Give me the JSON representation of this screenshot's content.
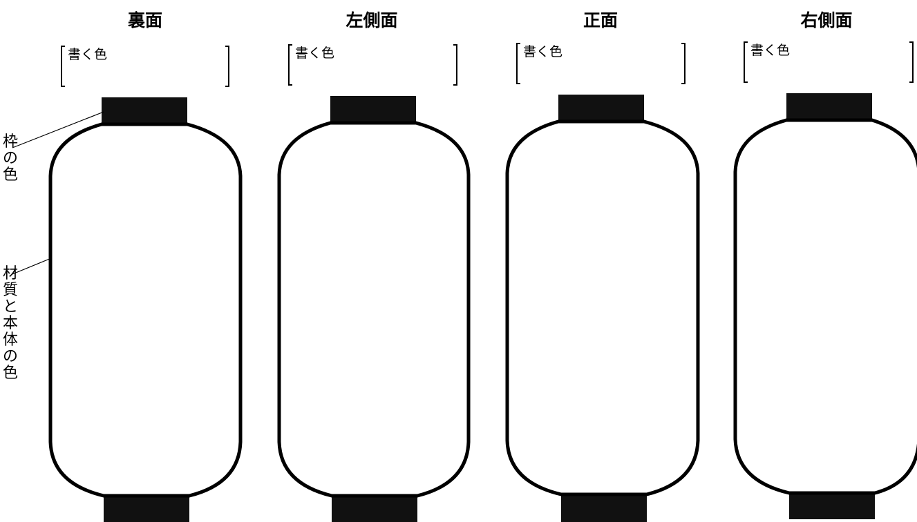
{
  "views": [
    {
      "title": "裏面",
      "label": "書く色"
    },
    {
      "title": "左側面",
      "label": "書く色"
    },
    {
      "title": "正面",
      "label": "書く色"
    },
    {
      "title": "右側面",
      "label": "書く色"
    }
  ],
  "labels": {
    "frame_color": "枠の色",
    "material_and_body_color": "材質と本体の色"
  }
}
